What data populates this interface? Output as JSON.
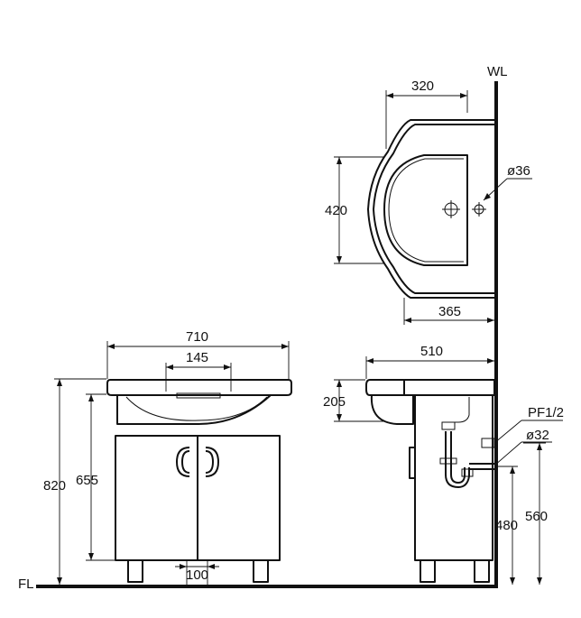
{
  "labels": {
    "wl": "WL",
    "fl": "FL"
  },
  "dimensions": {
    "top_depth": "320",
    "top_height": "420",
    "drain_hole": "ø36",
    "bowl_depth": "365",
    "front_width": "710",
    "tap_spacing": "145",
    "side_depth": "510",
    "basin_height": "205",
    "overall_height": "820",
    "cabinet_height": "655",
    "leg_spacing": "100",
    "trap_thread": "PF1/2",
    "waste_pipe": "ø32",
    "waste_height": "480",
    "supply_height": "560"
  }
}
